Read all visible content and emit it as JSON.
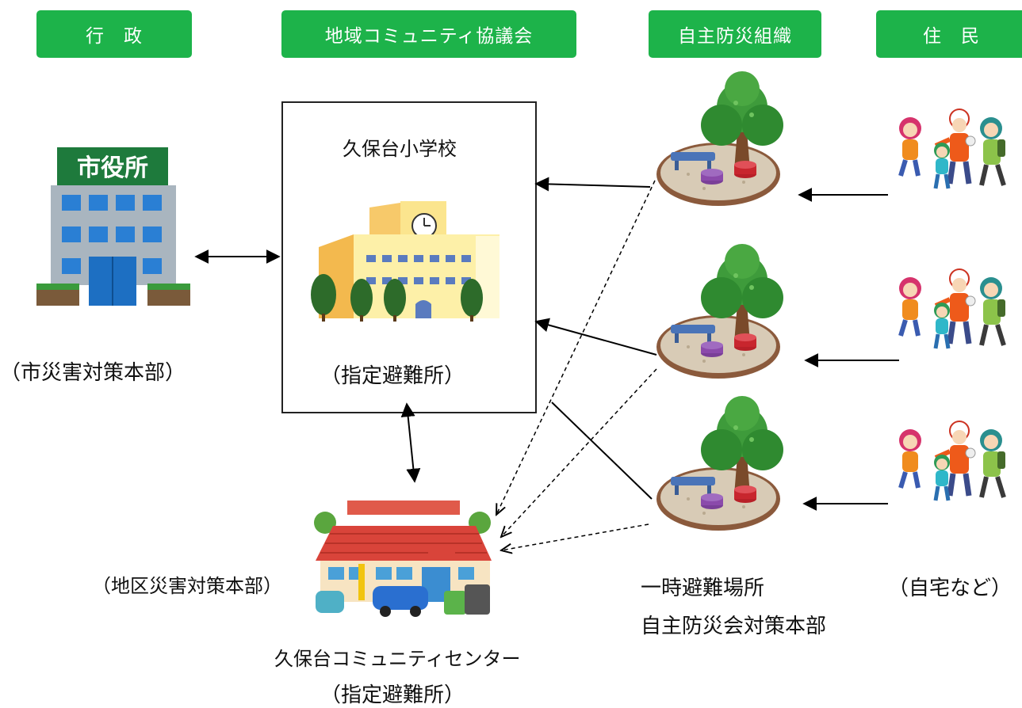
{
  "headers": {
    "gov": "行　政",
    "council": "地域コミュニティ協議会",
    "disaster_org": "自主防災組織",
    "residents": "住　民"
  },
  "labels": {
    "city_hq": "（市災害対策本部）",
    "school_name": "久保台小学校",
    "school_role": "（指定避難所）",
    "district_hq": "（地区災害対策本部）",
    "center_name": "久保台コミュニティセンター",
    "center_role": "（指定避難所）",
    "temp_site_1": "一時避難場所",
    "temp_site_2": "自主防災会対策本部",
    "home": "（自宅など）",
    "city_hall_sign": "市役所"
  },
  "colors": {
    "header_green": "#1db34a",
    "arrow": "#000000"
  },
  "icons": [
    "city-hall-icon",
    "school-icon",
    "community-center-icon",
    "park-icon",
    "evacuee-group-icon"
  ]
}
